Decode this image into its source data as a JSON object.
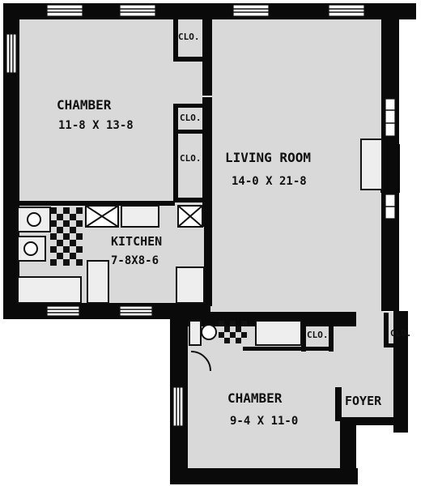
{
  "rooms": {
    "chamber_1": {
      "name": "CHAMBER",
      "dims": "11-8 X 13-8"
    },
    "living_room": {
      "name": "LIVING ROOM",
      "dims": "14-0 X 21-8"
    },
    "kitchen": {
      "name": "KITCHEN",
      "dims": "7-8X8-6"
    },
    "chamber_2": {
      "name": "CHAMBER",
      "dims": "9-4 X 11-0"
    },
    "foyer": {
      "name": "FOYER"
    }
  },
  "closets": {
    "top": "CLO.",
    "mid_upper": "CLO.",
    "mid_lower": "CLO.",
    "lower_chamber": "CLO.",
    "foyer": "CLO."
  },
  "colors": {
    "wall": "#0a0a0a",
    "floor": "#d9d9d9",
    "window": "#ffffff"
  }
}
